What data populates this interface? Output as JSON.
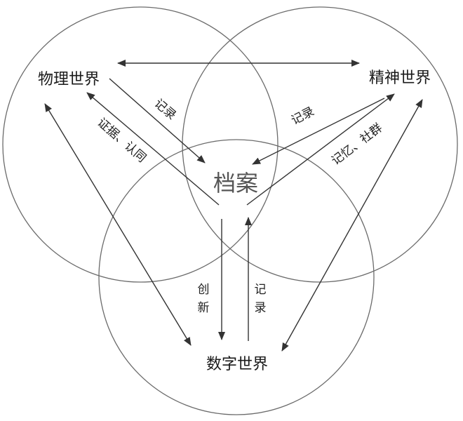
{
  "nodes": {
    "physical_world": "物理世界",
    "spiritual_world": "精神世界",
    "digital_world": "数字世界",
    "archive": "档案"
  },
  "edge_labels": {
    "physical_record": "记录",
    "physical_evidence": "证据、认同",
    "spiritual_record": "记录",
    "spiritual_memory": "记忆、社群",
    "digital_innovation": [
      "创",
      "新"
    ],
    "digital_record": [
      "记",
      "录"
    ]
  }
}
